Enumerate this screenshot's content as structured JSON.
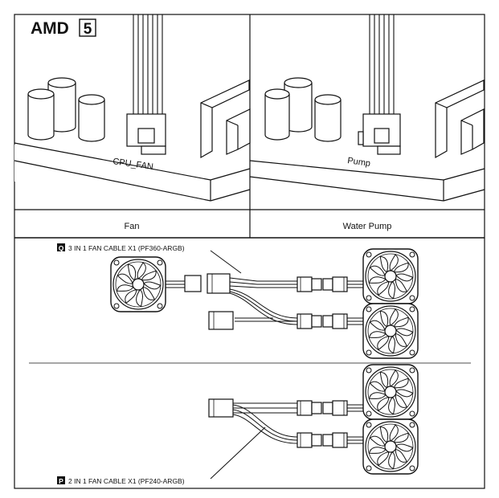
{
  "header": {
    "brand": "AMD",
    "step": "5"
  },
  "panels": [
    {
      "connector_label": "CPU_FAN",
      "caption": "Fan"
    },
    {
      "connector_label": "Pump",
      "caption": "Water Pump"
    }
  ],
  "cables": [
    {
      "badge": "Q",
      "label": "3 IN 1 FAN CABLE X1 (PF360-ARGB)"
    },
    {
      "badge": "P",
      "label": "2 IN 1 FAN CABLE X1 (PF240-ARGB)"
    }
  ],
  "colors": {
    "line": "#111111",
    "background": "#ffffff",
    "badge_fill": "#111111",
    "badge_text": "#ffffff"
  },
  "icons": [
    "fan-icon",
    "connector-plug-icon",
    "capacitor-icon",
    "ram-slot-icon"
  ]
}
